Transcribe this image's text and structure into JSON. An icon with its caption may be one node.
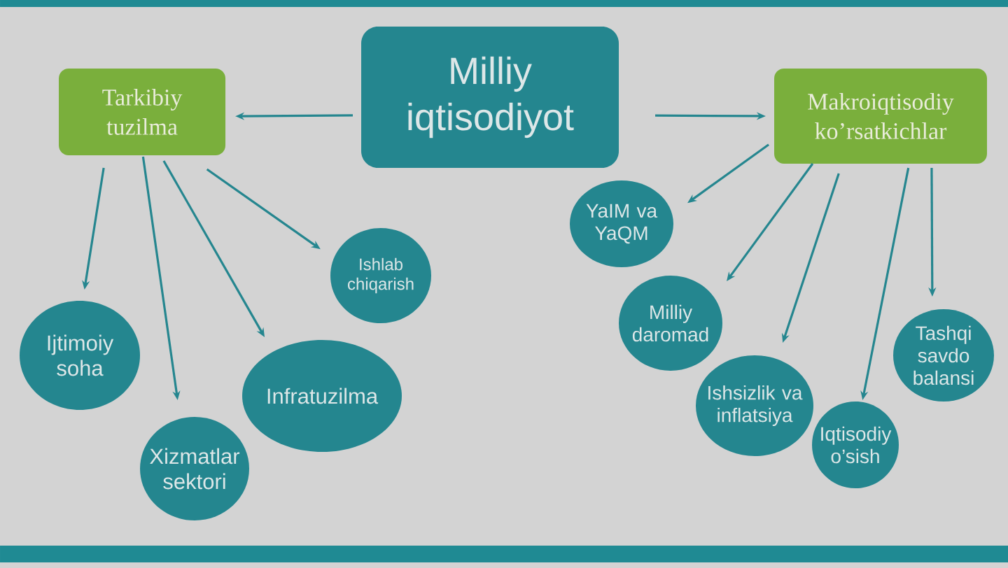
{
  "diagram": {
    "nodes": [
      {
        "text": [
          "Milliy iqtisodiyot"
        ]
      },
      {
        "text": [
          "Tarkibiy tuzilma"
        ]
      },
      {
        "text": [
          "Makroiqtisodiy ko’rsatkichlar"
        ]
      },
      {
        "text": [
          "Ijtimoiy soha"
        ]
      },
      {
        "text": [
          "Xizmatlar sektori"
        ]
      },
      {
        "text": [
          "Infratuzilma"
        ]
      },
      {
        "text": [
          "Ishlab chiqarish"
        ]
      },
      {
        "text": [
          "YaIM va YaQM"
        ]
      },
      {
        "text": [
          "Milliy daromad"
        ]
      },
      {
        "text": [
          "Ishsizlik va inflatsiya"
        ]
      },
      {
        "text": [
          "Iqtisodiy o’sish"
        ]
      },
      {
        "text": [
          "Tashqi savdo balansi"
        ]
      }
    ],
    "edges": [
      {
        "from": 0,
        "to": 1,
        "arrow": "to"
      },
      {
        "from": 0,
        "to": 2,
        "arrow": "to"
      },
      {
        "from": 1,
        "to": 3,
        "arrow": "to"
      },
      {
        "from": 1,
        "to": 4,
        "arrow": "to"
      },
      {
        "from": 1,
        "to": 5,
        "arrow": "to"
      },
      {
        "from": 1,
        "to": 6,
        "arrow": "to"
      },
      {
        "from": 2,
        "to": 7,
        "arrow": "to"
      },
      {
        "from": 2,
        "to": 8,
        "arrow": "to"
      },
      {
        "from": 2,
        "to": 9,
        "arrow": "to"
      },
      {
        "from": 2,
        "to": 10,
        "arrow": "to"
      },
      {
        "from": 2,
        "to": 11,
        "arrow": "to"
      }
    ]
  }
}
